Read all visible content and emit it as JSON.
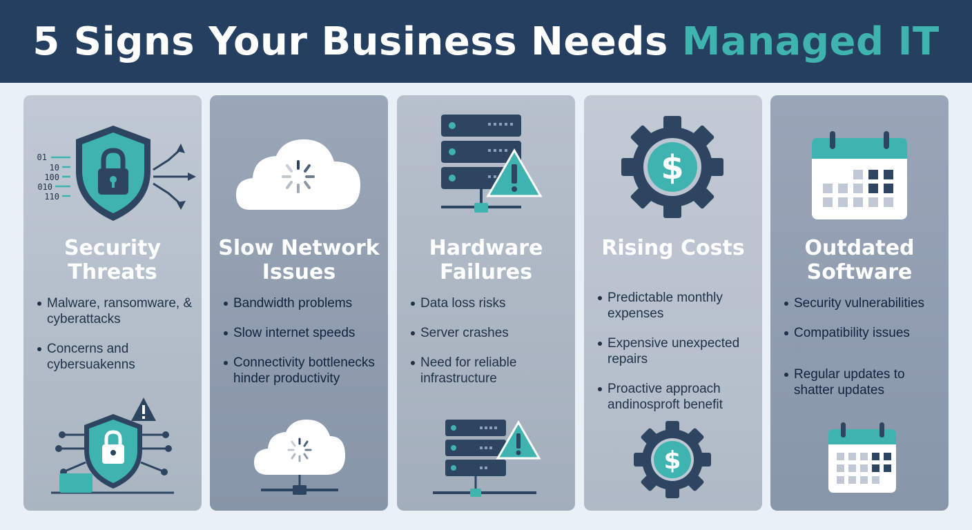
{
  "header": {
    "title_main": "5 Signs Your Business Needs ",
    "title_accent": "Managed IT"
  },
  "colors": {
    "navy": "#243f5f",
    "teal": "#3fb3b0",
    "icon_dark": "#2d4560",
    "background": "#e9f0f6"
  },
  "cards": [
    {
      "title": "Security\nThreats",
      "icons": [
        "shield-lock-icon",
        "warning-icon"
      ],
      "binary": [
        "01",
        "10",
        "100",
        "010",
        "110"
      ],
      "bullets": [
        "Malware, ransomware, & cyberattacks",
        "Concerns and cybersuakenns"
      ]
    },
    {
      "title": "Slow Network\nIssues",
      "icons": [
        "cloud-loading-icon",
        "cloud-network-icon"
      ],
      "bullets": [
        "Bandwidth problems",
        "Slow internet speeds",
        "Connectivity bottlenecks hinder productivity"
      ]
    },
    {
      "title": "Hardware\nFailures",
      "icons": [
        "server-warning-icon",
        "server-warning-icon"
      ],
      "bullets": [
        "Data loss risks",
        "Server crashes",
        "Need for reliable infrastructure"
      ]
    },
    {
      "title": "Rising Costs",
      "icons": [
        "dollar-gear-icon",
        "dollar-gear-icon"
      ],
      "bullets": [
        "Predictable monthly expenses",
        "Expensive unexpected repairs",
        "Proactive approach andinosproft benefit"
      ]
    },
    {
      "title": "Outdated\nSoftware",
      "icons": [
        "calendar-icon",
        "calendar-icon"
      ],
      "bullets": [
        "Security vulnerabilities",
        "Compatibility issues",
        "Regular updates to shatter updates"
      ],
      "sub_note": "& ..."
    }
  ]
}
